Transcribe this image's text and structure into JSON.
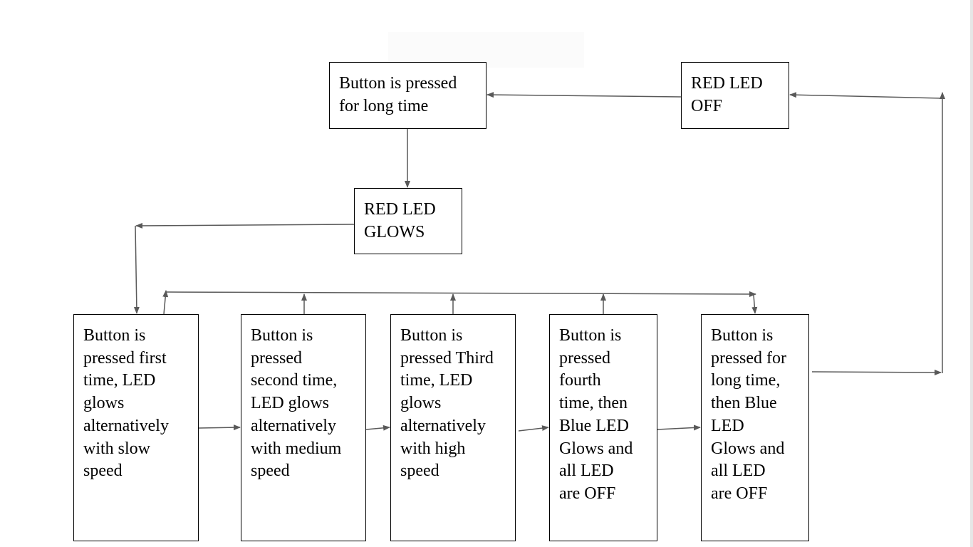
{
  "nodes": {
    "long_press_top": "Button is pressed\nfor long time",
    "red_led_off": "RED LED\nOFF",
    "red_led_glows": "RED LED\nGLOWS",
    "first_press": "Button is\npressed first\ntime, LED\nglows\nalternatively\nwith slow\nspeed",
    "second_press": "Button is\npressed\nsecond time,\nLED glows\nalternatively\nwith medium\nspeed",
    "third_press": "Button is\npressed Third\ntime, LED\nglows\nalternatively\nwith high\nspeed",
    "fourth_press": "Button is\npressed\nfourth\ntime, then\nBlue LED\nGlows and\nall LED\nare OFF",
    "long_press_bottom": "Button is\npressed for\nlong time,\nthen Blue\nLED\nGlows and\nall LED\nare OFF"
  },
  "colors": {
    "line": "#595959",
    "box_border": "#000000"
  }
}
